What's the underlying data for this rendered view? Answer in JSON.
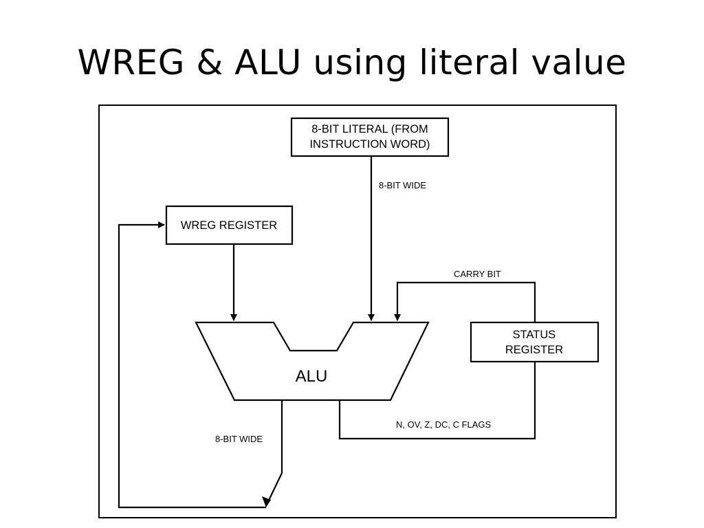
{
  "slide": {
    "title": "WREG & ALU using literal value"
  },
  "diagram": {
    "literal_box": {
      "line1": "8-BIT LITERAL (FROM",
      "line2": "INSTRUCTION WORD)"
    },
    "literal_bus_label": "8-BIT WIDE",
    "wreg_box": "WREG REGISTER",
    "alu_label": "ALU",
    "carry_label": "CARRY BIT",
    "status_box": {
      "line1": "STATUS",
      "line2": "REGISTER"
    },
    "flags_label": "N, OV, Z, DC, C FLAGS",
    "output_bus_label": "8-BIT WIDE"
  }
}
